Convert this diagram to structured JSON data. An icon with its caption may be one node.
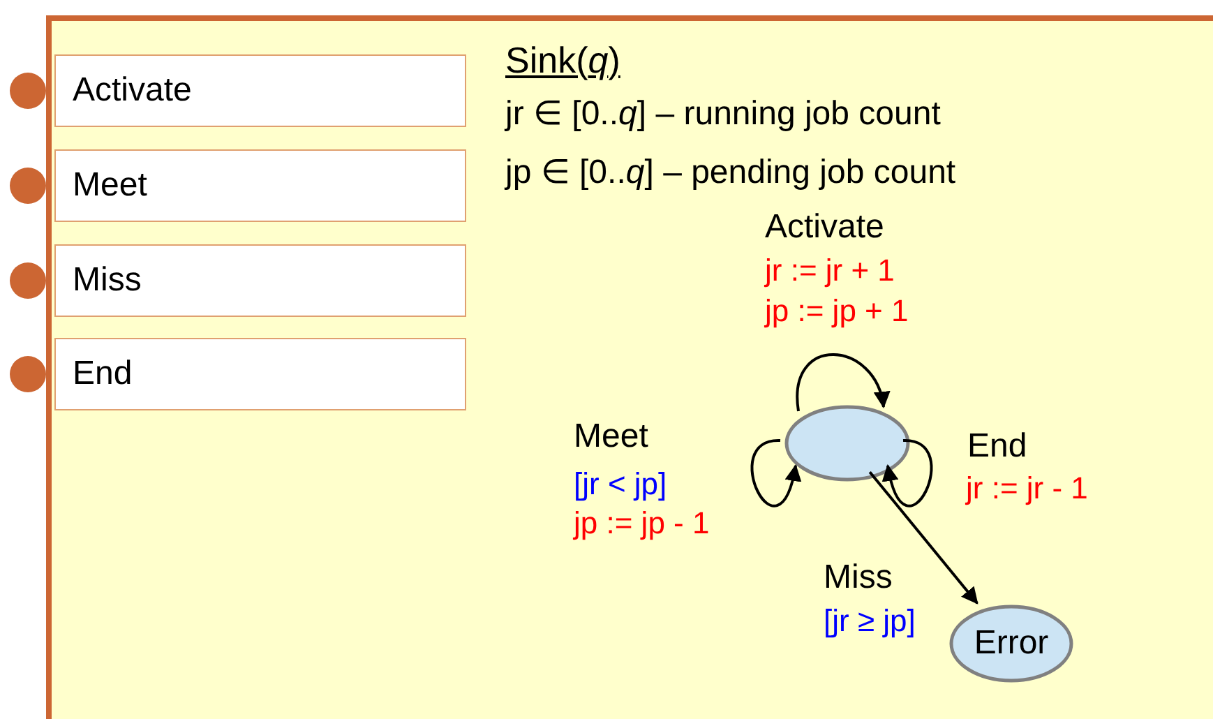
{
  "diagram": {
    "nodes": [
      {
        "text": [
          "Sink(*q*)",
          "jr ∈ [0..*q*] – running job count",
          "jp ∈ [0..*q*] – pending job count"
        ]
      },
      {
        "text": [
          "Activate"
        ],
        "in": 0
      },
      {
        "text": [
          "Meet"
        ],
        "in": 0
      },
      {
        "text": [
          "Miss"
        ],
        "in": 0
      },
      {
        "text": [
          "End"
        ],
        "in": 0
      },
      {
        "text": [],
        "shape": "ellipse",
        "in": 0
      },
      {
        "text": [
          "Error"
        ],
        "in": 0
      }
    ],
    "edges": [
      {
        "from": 5,
        "to": 5,
        "arrow": "to",
        "label": "Activate"
      },
      {
        "from": 5,
        "to": 5,
        "arrow": "to",
        "label": "Meet"
      },
      {
        "from": 5,
        "to": 5,
        "arrow": "to",
        "label": "End"
      },
      {
        "from": 5,
        "to": 6,
        "arrow": "to",
        "label": "Miss"
      }
    ],
    "labels": [
      "jr := jr + 1",
      "jp := jp + 1",
      "[jr < jp]",
      "jp := jp - 1",
      "jr := jr - 1",
      "[jr ≥ jp]"
    ]
  }
}
